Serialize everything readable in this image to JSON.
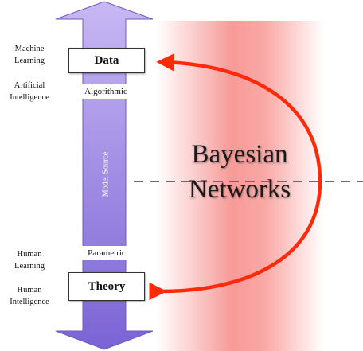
{
  "labels_left": {
    "machine_learning": [
      "Machine",
      "Learning"
    ],
    "artificial_intelligence": [
      "Artificial",
      "Intelligence"
    ],
    "human_learning": [
      "Human",
      "Learning"
    ],
    "human_intelligence": [
      "Human",
      "Intelligence"
    ]
  },
  "boxes": {
    "data": "Data",
    "theory": "Theory"
  },
  "tags": {
    "algorithmic": "Algorithmic",
    "parametric": "Parametric"
  },
  "arrow_label": "Model Source",
  "bayesian": [
    "Bayesian",
    "Networks"
  ],
  "colors": {
    "arrow_top": "#c8b8f4",
    "arrow_bottom": "#7a63d4",
    "band_center": "#f79a98",
    "curve": "#ff2a0a",
    "dashed_line": "#6b6b6b"
  }
}
